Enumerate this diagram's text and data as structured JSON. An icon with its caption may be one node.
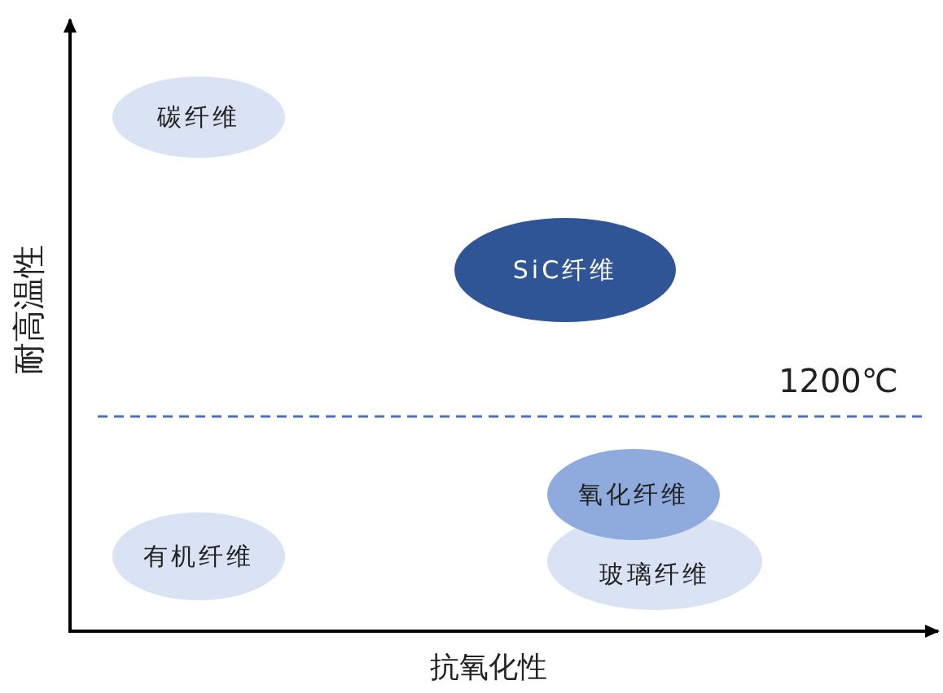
{
  "diagram": {
    "nodes": [
      {
        "text": [
          "碳纤维"
        ]
      },
      {
        "text": [
          "SiC纤维"
        ]
      },
      {
        "text": [
          "氧化纤维"
        ]
      },
      {
        "text": [
          "有机纤维"
        ]
      },
      {
        "text": [
          "玻璃纤维"
        ]
      }
    ],
    "labels": [
      "耐高温性",
      "1200℃",
      "抗氧化性"
    ]
  }
}
